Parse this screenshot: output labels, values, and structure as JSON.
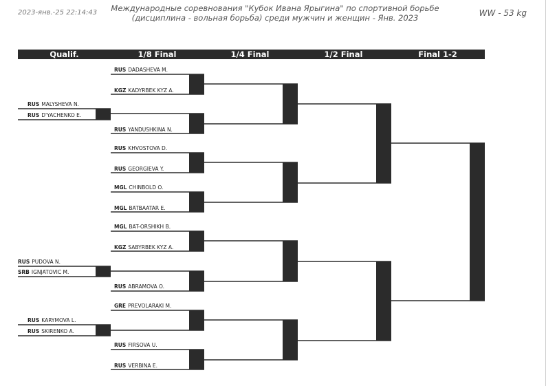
{
  "header": {
    "timestamp": "2023-янв.-25 22:14:43",
    "title_line1": "Международные соревнования \"Кубок Ивана Ярыгина\" по спортивной борьбе",
    "title_line2": "(дисциплина - вольная борьба) среди мужчин и женщин - Янв. 2023",
    "weight": "WW - 53 kg"
  },
  "columns": [
    "Qualif.",
    "1/8 Final",
    "1/4 Final",
    "1/2 Final",
    "Final 1-2"
  ],
  "colors": {
    "bar": "#2b2b2b",
    "line": "#000000"
  },
  "qualif": [
    {
      "country": "RUS",
      "name": "MALYSHEVA N."
    },
    {
      "country": "RUS",
      "name": "D'YACHENKO E."
    },
    {
      "country": "RUS",
      "name": "PUDOVA N."
    },
    {
      "country": "SRB",
      "name": "IGNJATOVIC M."
    },
    {
      "country": "RUS",
      "name": "KARYMOVA L."
    },
    {
      "country": "RUS",
      "name": "SKIRENKO A."
    }
  ],
  "round16": [
    {
      "country": "RUS",
      "name": "DADASHEVA M."
    },
    {
      "country": "KGZ",
      "name": "KADYRBEK KYZ A."
    },
    {
      "country": "RUS",
      "name": "YANDUSHKINA N."
    },
    {
      "country": "RUS",
      "name": "KHVOSTOVA D."
    },
    {
      "country": "RUS",
      "name": "GEORGIEVA Y."
    },
    {
      "country": "MGL",
      "name": "CHINBOLD O."
    },
    {
      "country": "MGL",
      "name": "BATBAATAR E."
    },
    {
      "country": "MGL",
      "name": "BAT-ORSHIKH B."
    },
    {
      "country": "KGZ",
      "name": "SABYRBEK KYZ A."
    },
    {
      "country": "RUS",
      "name": "ABRAMOVA O."
    },
    {
      "country": "GRE",
      "name": "PREVOLARAKI M."
    },
    {
      "country": "RUS",
      "name": "FIRSOVA U."
    },
    {
      "country": "RUS",
      "name": "VERBINA E."
    }
  ]
}
